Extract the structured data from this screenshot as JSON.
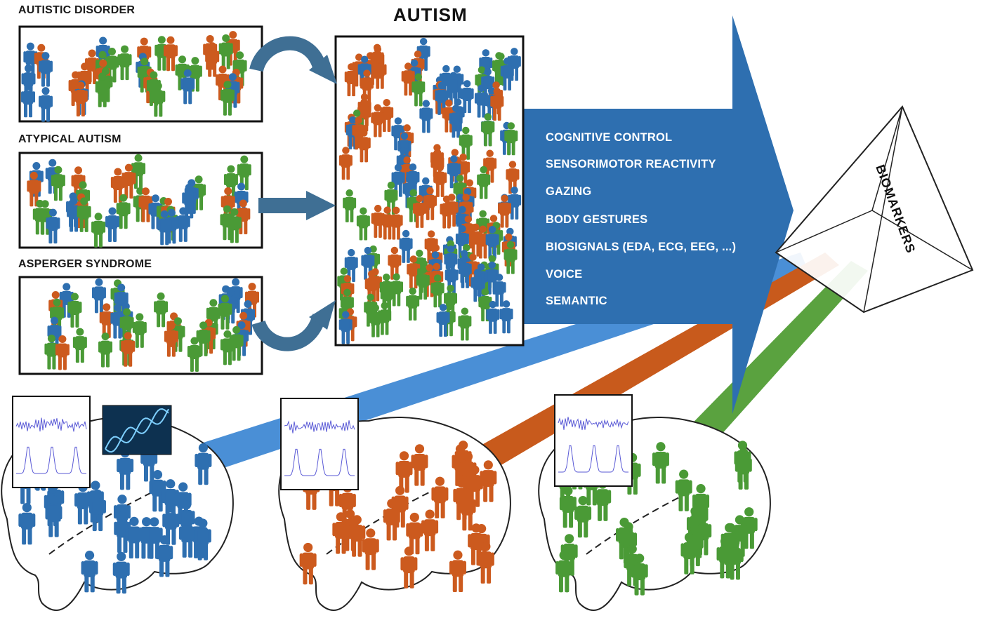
{
  "labels": {
    "autistic_disorder": "AUTISTIC DISORDER",
    "atypical_autism": "ATYPICAL AUTISM",
    "asperger_syndrome": "ASPERGER SYNDROME",
    "autism": "AUTISM",
    "biomarkers": "BIOMARKERS"
  },
  "features": [
    "COGNITIVE CONTROL",
    "SENSORIMOTOR REACTIVITY",
    "GAZING",
    "BODY GESTURES",
    "BIOSIGNALS (EDA, ECG, EEG, ...)",
    "VOICE",
    "SEMANTIC"
  ],
  "colors": {
    "blue": "#2e6fb0",
    "orange": "#cc5a1e",
    "green": "#4a9a36",
    "arrow": "#2e6fb0",
    "curved_arrow": "#3f6f94",
    "stream_blue": "#4a8fd6",
    "stream_orange": "#c85a1c",
    "stream_green": "#5aa23f",
    "signal": "#5a5ad6"
  }
}
